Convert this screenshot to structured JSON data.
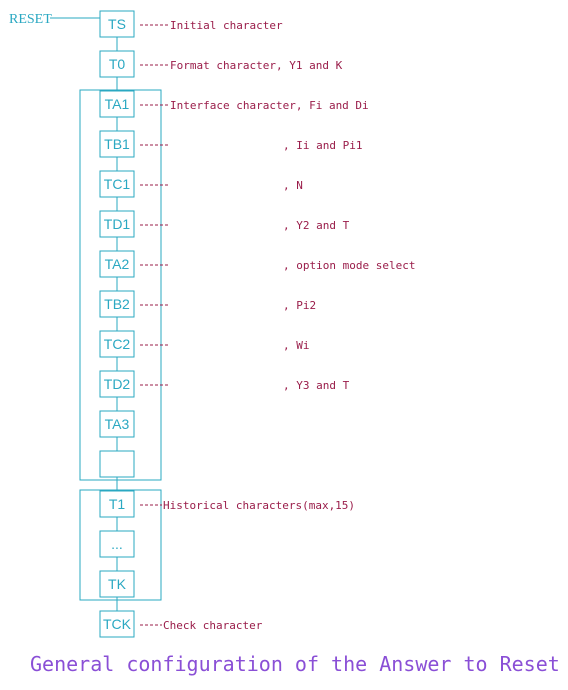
{
  "diagram": {
    "reset_label": "RESET",
    "boxes": [
      {
        "label": "TS",
        "desc": "Initial character",
        "desc_col": "A"
      },
      {
        "label": "T0",
        "desc": "Format character, Y1 and K",
        "desc_col": "A"
      },
      {
        "label": "TA1",
        "desc": "Interface character, Fi and Di",
        "desc_col": "A"
      },
      {
        "label": "TB1",
        "desc": ", Ii and Pi1",
        "desc_col": "B"
      },
      {
        "label": "TC1",
        "desc": ", N",
        "desc_col": "B"
      },
      {
        "label": "TD1",
        "desc": ", Y2 and T",
        "desc_col": "B"
      },
      {
        "label": "TA2",
        "desc": ", option mode select",
        "desc_col": "B"
      },
      {
        "label": "TB2",
        "desc": ", Pi2",
        "desc_col": "B"
      },
      {
        "label": "TC2",
        "desc": ", Wi",
        "desc_col": "B"
      },
      {
        "label": "TD2",
        "desc": ", Y3 and T",
        "desc_col": "B"
      },
      {
        "label": "TA3",
        "desc": "",
        "desc_col": ""
      },
      {
        "label": "",
        "desc": "",
        "desc_col": ""
      },
      {
        "label": "T1",
        "desc": "Historical characters(max,15)",
        "desc_col": "C"
      },
      {
        "label": "...",
        "desc": "",
        "desc_col": ""
      },
      {
        "label": "TK",
        "desc": "",
        "desc_col": ""
      },
      {
        "label": "TCK",
        "desc": "Check character",
        "desc_col": "C"
      }
    ],
    "colors": {
      "box_stroke": "#2aa8c2",
      "description": "#9a1d4a",
      "caption": "#8a4fd6"
    }
  },
  "caption": "General configuration of the Answer to Reset"
}
